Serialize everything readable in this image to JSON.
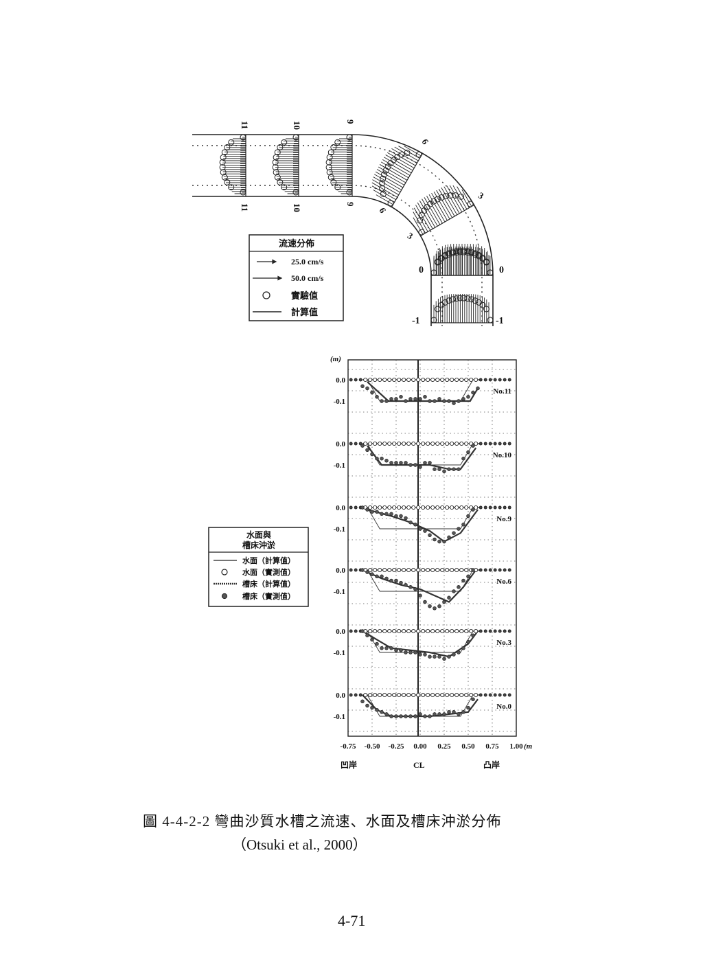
{
  "flume": {
    "section_labels": {
      "s11_top": "11",
      "s11_bottom": "11",
      "s10_top": "10",
      "s10_bottom": "10",
      "s9_top": "9",
      "s9_bottom": "9",
      "s6_outer": "6",
      "s6_inner": "6",
      "s3_outer": "3",
      "s3_inner": "3",
      "s0_left": "0",
      "s0_right": "0",
      "sm1_left": "-1",
      "sm1_right": "-1"
    }
  },
  "velocity_legend": {
    "title": "流速分佈",
    "items": [
      {
        "symbol": "short-arrow-icon",
        "label": "25.0 cm/s"
      },
      {
        "symbol": "long-arrow-icon",
        "label": "50.0 cm/s"
      },
      {
        "symbol": "open-circle-icon",
        "label": "實驗值"
      },
      {
        "symbol": "solid-line-icon",
        "label": "計算值"
      }
    ]
  },
  "profile_legend": {
    "title_line1": "水面與",
    "title_line2": "槽床沖淤",
    "items": [
      {
        "symbol": "solid-line-icon",
        "label": "水面（計算值）"
      },
      {
        "symbol": "open-circle-icon",
        "label": "水面（實測值）"
      },
      {
        "symbol": "dashed-line-icon",
        "label": "槽床（計算值）"
      },
      {
        "symbol": "filled-circle-icon",
        "label": "槽床（實測值）"
      }
    ]
  },
  "chart_data": {
    "type": "line",
    "y_unit": "(m)",
    "x_unit": "(m",
    "x_ticks": [
      "-0.75",
      "-0.50",
      "-0.25",
      "0.00",
      "0.25",
      "0.50",
      "0.75",
      "1.00"
    ],
    "xlim": [
      -0.75,
      1.0
    ],
    "panel_y_ticks": [
      "0.0",
      "-0.1"
    ],
    "bank_labels": {
      "left": "凹岸",
      "center": "CL",
      "right": "凸岸"
    },
    "grid": true,
    "panels": [
      {
        "name": "No.11",
        "bed_calc": {
          "x": [
            -0.55,
            -0.33,
            -0.1,
            0.1,
            0.35,
            0.52,
            0.6
          ],
          "y": [
            -0.01,
            -0.1,
            -0.1,
            -0.1,
            -0.1,
            -0.1,
            -0.04
          ]
        },
        "bed_meas": {
          "x": [
            -0.6,
            -0.55,
            -0.5,
            -0.45,
            -0.4,
            -0.35,
            -0.3,
            -0.25,
            -0.2,
            -0.15,
            -0.1,
            -0.05,
            0,
            0.05,
            0.1,
            0.15,
            0.2,
            0.25,
            0.3,
            0.35,
            0.4,
            0.45,
            0.5,
            0.55,
            0.6
          ],
          "y": [
            -0.03,
            -0.04,
            -0.06,
            -0.08,
            -0.1,
            -0.1,
            -0.09,
            -0.09,
            -0.08,
            -0.1,
            -0.09,
            -0.09,
            -0.09,
            -0.08,
            -0.1,
            -0.1,
            -0.09,
            -0.1,
            -0.1,
            -0.11,
            -0.1,
            -0.09,
            -0.08,
            -0.06,
            -0.04
          ]
        }
      },
      {
        "name": "No.10",
        "bed_calc": {
          "x": [
            -0.55,
            -0.4,
            -0.1,
            0.1,
            0.3,
            0.42,
            0.58
          ],
          "y": [
            -0.01,
            -0.1,
            -0.1,
            -0.1,
            -0.12,
            -0.12,
            -0.02
          ]
        },
        "bed_meas": {
          "x": [
            -0.6,
            -0.55,
            -0.5,
            -0.45,
            -0.4,
            -0.35,
            -0.3,
            -0.25,
            -0.2,
            -0.15,
            -0.1,
            -0.05,
            0,
            0.05,
            0.1,
            0.15,
            0.2,
            0.25,
            0.3,
            0.35,
            0.4,
            0.45,
            0.5,
            0.55
          ],
          "y": [
            -0.01,
            -0.03,
            -0.05,
            -0.07,
            -0.07,
            -0.08,
            -0.09,
            -0.09,
            -0.09,
            -0.09,
            -0.1,
            -0.1,
            -0.11,
            -0.09,
            -0.09,
            -0.12,
            -0.12,
            -0.13,
            -0.12,
            -0.12,
            -0.12,
            -0.07,
            -0.04,
            -0.01
          ]
        }
      },
      {
        "name": "No.9",
        "bed_calc": {
          "x": [
            -0.55,
            -0.3,
            -0.1,
            0.1,
            0.25,
            0.42,
            0.6
          ],
          "y": [
            -0.01,
            -0.04,
            -0.07,
            -0.11,
            -0.16,
            -0.12,
            -0.01
          ]
        },
        "bed_meas": {
          "x": [
            -0.6,
            -0.55,
            -0.5,
            -0.45,
            -0.4,
            -0.35,
            -0.3,
            -0.25,
            -0.2,
            -0.15,
            -0.1,
            -0.05,
            0,
            0.05,
            0.1,
            0.15,
            0.2,
            0.25,
            0.3,
            0.35,
            0.4,
            0.45,
            0.5,
            0.55
          ],
          "y": [
            0,
            -0.01,
            -0.02,
            -0.02,
            -0.03,
            -0.03,
            -0.03,
            -0.04,
            -0.04,
            -0.05,
            -0.07,
            -0.08,
            -0.1,
            -0.11,
            -0.13,
            -0.15,
            -0.16,
            -0.16,
            -0.14,
            -0.12,
            -0.1,
            -0.08,
            -0.04,
            -0.01
          ]
        }
      },
      {
        "name": "No.6",
        "bed_calc": {
          "x": [
            -0.6,
            -0.4,
            -0.2,
            0,
            0.15,
            0.3,
            0.45,
            0.58
          ],
          "y": [
            0,
            -0.04,
            -0.07,
            -0.09,
            -0.12,
            -0.15,
            -0.08,
            0
          ]
        },
        "bed_meas": {
          "x": [
            -0.6,
            -0.55,
            -0.5,
            -0.45,
            -0.4,
            -0.35,
            -0.3,
            -0.25,
            -0.2,
            -0.15,
            -0.1,
            -0.05,
            0,
            0.05,
            0.1,
            0.15,
            0.2,
            0.25,
            0.3,
            0.35,
            0.4,
            0.45,
            0.5,
            0.55
          ],
          "y": [
            0,
            -0.01,
            -0.02,
            -0.03,
            -0.03,
            -0.04,
            -0.05,
            -0.05,
            -0.06,
            -0.07,
            -0.08,
            -0.09,
            -0.12,
            -0.15,
            -0.17,
            -0.18,
            -0.17,
            -0.15,
            -0.13,
            -0.1,
            -0.08,
            -0.05,
            -0.03,
            0
          ]
        }
      },
      {
        "name": "No.3",
        "bed_calc": {
          "x": [
            -0.6,
            -0.45,
            -0.3,
            -0.1,
            0.1,
            0.3,
            0.5,
            0.6
          ],
          "y": [
            0,
            -0.04,
            -0.08,
            -0.09,
            -0.1,
            -0.12,
            -0.06,
            0
          ]
        },
        "bed_meas": {
          "x": [
            -0.6,
            -0.55,
            -0.5,
            -0.45,
            -0.4,
            -0.35,
            -0.3,
            -0.25,
            -0.2,
            -0.15,
            -0.1,
            -0.05,
            0,
            0.05,
            0.1,
            0.15,
            0.2,
            0.25,
            0.3,
            0.35,
            0.4,
            0.45,
            0.5,
            0.55
          ],
          "y": [
            0,
            -0.02,
            -0.04,
            -0.06,
            -0.08,
            -0.08,
            -0.08,
            -0.09,
            -0.09,
            -0.1,
            -0.1,
            -0.1,
            -0.11,
            -0.11,
            -0.12,
            -0.12,
            -0.12,
            -0.13,
            -0.12,
            -0.11,
            -0.1,
            -0.08,
            -0.05,
            -0.02
          ]
        }
      },
      {
        "name": "No.0",
        "bed_calc": {
          "x": [
            -0.6,
            -0.45,
            -0.3,
            -0.1,
            0.1,
            0.3,
            0.5,
            0.6
          ],
          "y": [
            0,
            -0.07,
            -0.1,
            -0.1,
            -0.1,
            -0.09,
            -0.08,
            -0.02
          ]
        },
        "bed_meas": {
          "x": [
            -0.6,
            -0.55,
            -0.5,
            -0.45,
            -0.4,
            -0.35,
            -0.3,
            -0.25,
            -0.2,
            -0.15,
            -0.1,
            -0.05,
            0,
            0.05,
            0.1,
            0.15,
            0.2,
            0.25,
            0.3,
            0.35,
            0.4,
            0.45,
            0.5,
            0.55
          ],
          "y": [
            -0.03,
            -0.05,
            -0.06,
            -0.07,
            -0.08,
            -0.09,
            -0.1,
            -0.1,
            -0.1,
            -0.1,
            -0.1,
            -0.1,
            -0.09,
            -0.1,
            -0.1,
            -0.09,
            -0.09,
            -0.09,
            -0.08,
            -0.08,
            -0.09,
            -0.08,
            -0.06,
            -0.02
          ]
        }
      }
    ]
  },
  "caption": {
    "label": "圖 4-4-2-2 彎曲沙質水槽之流速、水面及槽床沖淤分佈",
    "reference": "（Otsuki et al., 2000）"
  },
  "page_number": "4-71"
}
